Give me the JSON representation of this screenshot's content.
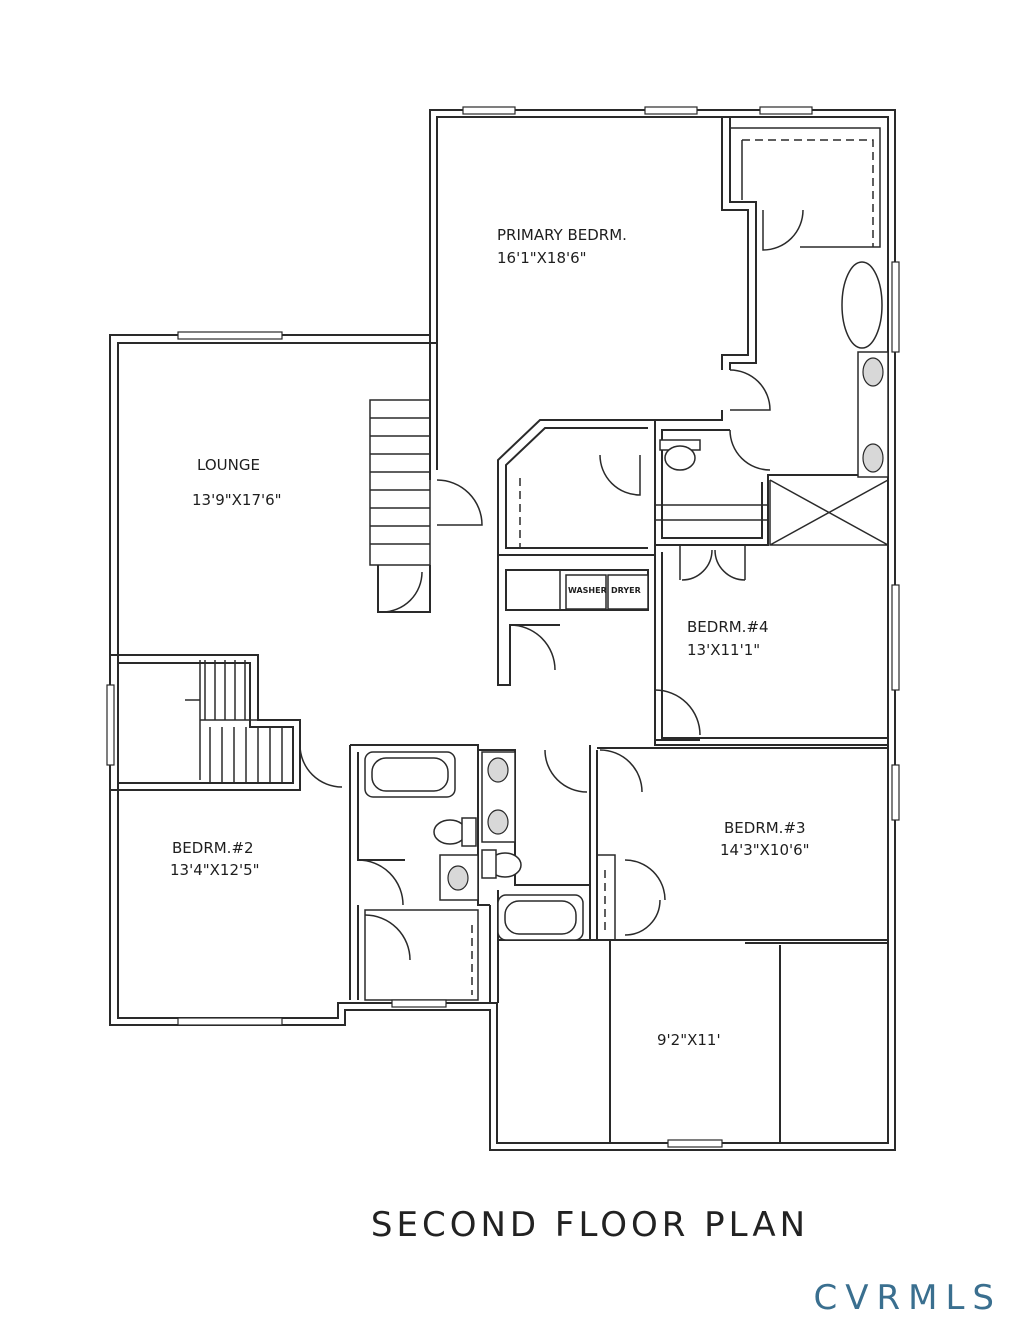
{
  "title": "SECOND FLOOR PLAN",
  "logo": {
    "text": "CVRMLS",
    "color": "#3a6f8f",
    "icon": "map-pin-icon"
  },
  "rooms": {
    "primary_bedroom": {
      "name": "PRIMARY BEDRM.",
      "size": "16'1\"X18'6\""
    },
    "lounge": {
      "name": "LOUNGE",
      "size": "13'9\"X17'6\""
    },
    "bedroom_4": {
      "name": "BEDRM.#4",
      "size": "13'X11'1\""
    },
    "bedroom_2": {
      "name": "BEDRM.#2",
      "size": "13'4\"X12'5\""
    },
    "bedroom_3": {
      "name": "BEDRM.#3",
      "size": "14'3\"X10'6\""
    },
    "bonus_room": {
      "size": "9'2\"X11'"
    }
  },
  "appliances": {
    "washer": "WASHER",
    "dryer": "DRYER"
  }
}
